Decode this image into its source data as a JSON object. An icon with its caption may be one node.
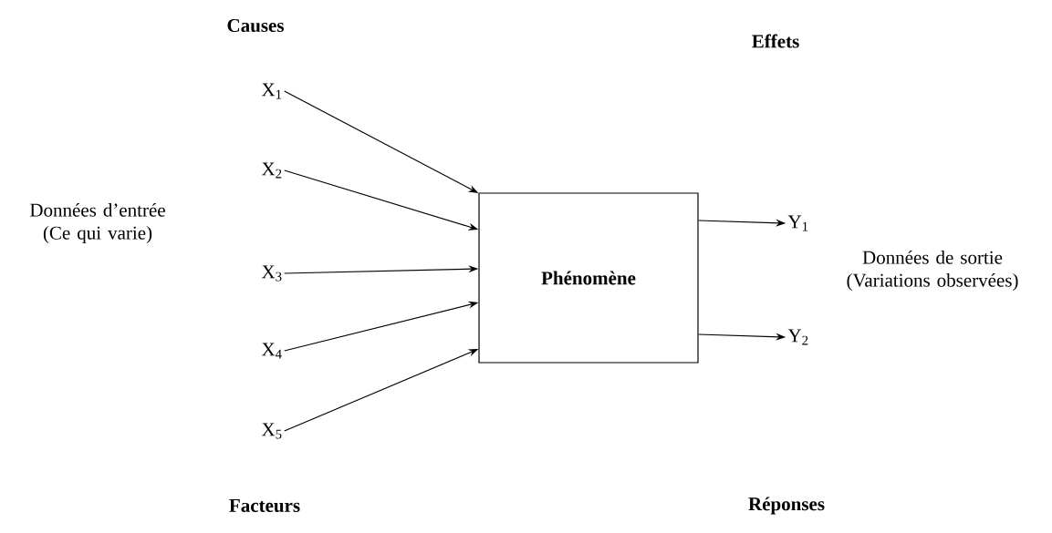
{
  "diagram": {
    "nodes": [
      {
        "text": [
          "Phénomène"
        ]
      },
      {
        "text": [
          "X$_{1}$"
        ]
      },
      {
        "text": [
          "X$_{2}$"
        ]
      },
      {
        "text": [
          "X$_{3}$"
        ]
      },
      {
        "text": [
          "X$_{4}$"
        ]
      },
      {
        "text": [
          "X$_{5}$"
        ]
      },
      {
        "text": [
          "Y$_{1}$"
        ]
      },
      {
        "text": [
          "Y$_{2}$"
        ]
      }
    ],
    "edges": [
      {
        "from": 1,
        "to": 0,
        "arrow": "to"
      },
      {
        "from": 2,
        "to": 0,
        "arrow": "to"
      },
      {
        "from": 3,
        "to": 0,
        "arrow": "to"
      },
      {
        "from": 4,
        "to": 0,
        "arrow": "to"
      },
      {
        "from": 5,
        "to": 0,
        "arrow": "to"
      },
      {
        "from": 0,
        "to": 6,
        "arrow": "to"
      },
      {
        "from": 0,
        "to": 7,
        "arrow": "to"
      }
    ],
    "labels": [
      "Causes",
      "Effets",
      "Données d’entrée (Ce qui varie)",
      "Données de sortie (Variations observées)",
      "Facteurs",
      "Réponses"
    ]
  }
}
